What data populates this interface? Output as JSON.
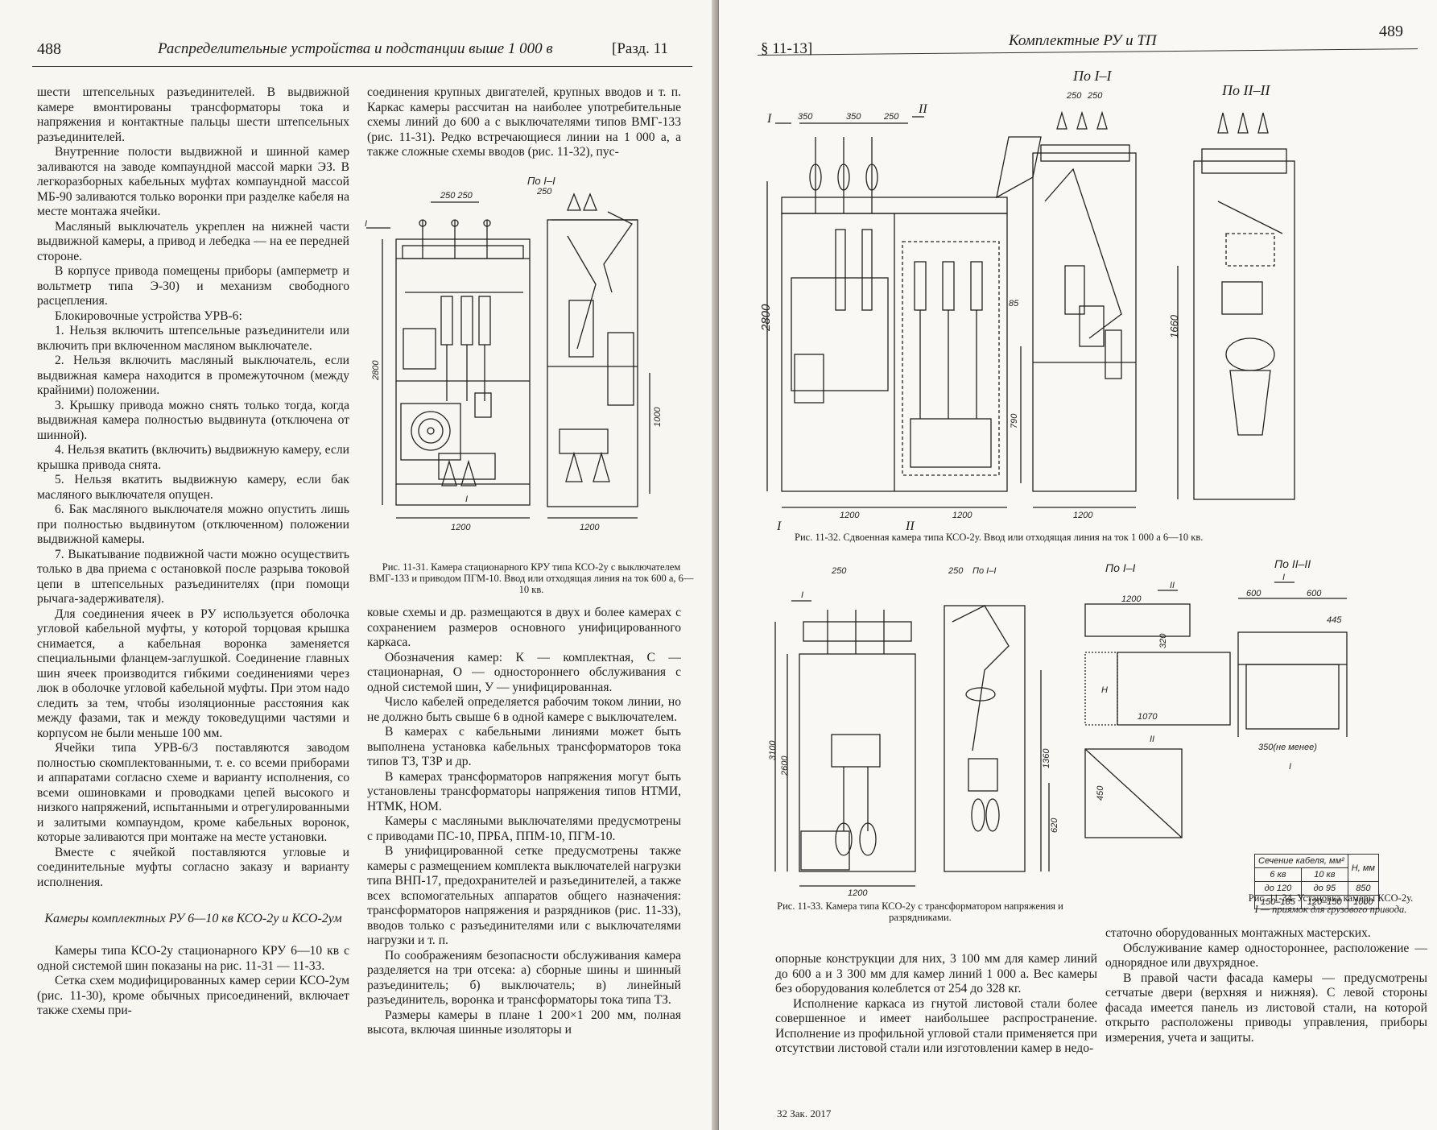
{
  "left": {
    "page_number": "488",
    "running_title": "Распределительные устройства и подстанции выше 1 000 в",
    "section_ref": "[Разд. 11",
    "col1": [
      {
        "text": "шести штепсельных разъединителей. В выдвижной камере вмонтированы трансформаторы тока и напряжения и контактные пальцы шести штепсельных разъединителей.",
        "indent": false
      },
      {
        "text": "Внутренние полости выдвижной и шинной камер заливаются на заводе компаундной массой марки ЭЗ. В легкоразборных кабельных муфтах компаундной массой МБ-90 заливаются только воронки при разделке кабеля на месте монтажа ячейки.",
        "indent": true
      },
      {
        "text": "Масляный выключатель укреплен на нижней части выдвижной камеры, а привод и лебедка — на ее передней стороне.",
        "indent": true
      },
      {
        "text": "В корпусе привода помещены приборы (амперметр и вольтметр типа Э-30) и механизм свободного расцепления.",
        "indent": true
      },
      {
        "text": "Блокировочные устройства УРВ-6:",
        "indent": true
      },
      {
        "text": "1. Нельзя включить штепсельные разъединители или включить при включенном масляном выключателе.",
        "indent": true
      },
      {
        "text": "2. Нельзя включить масляный выключатель, если выдвижная камера находится в промежуточном (между крайними) положении.",
        "indent": true
      },
      {
        "text": "3. Крышку привода можно снять только тогда, когда выдвижная камера полностью выдвинута (отключена от шинной).",
        "indent": true
      },
      {
        "text": "4. Нельзя вкатить (включить) выдвижную камеру, если крышка привода снята.",
        "indent": true
      },
      {
        "text": "5. Нельзя вкатить выдвижную камеру, если бак масляного выключателя опущен.",
        "indent": true
      },
      {
        "text": "6. Бак масляного выключателя можно опустить лишь при полностью выдвинутом (отключенном) положении выдвижной камеры.",
        "indent": true
      },
      {
        "text": "7. Выкатывание подвижной части можно осуществить только в два приема с остановкой после разрыва токовой цепи в штепсельных разъединителях (при помощи рычага-задерживателя).",
        "indent": true
      },
      {
        "text": "Для соединения ячеек в РУ используется оболочка угловой кабельной муфты, у которой торцовая крышка снимается, а кабельная воронка заменяется специальными фланцем-заглушкой. Соединение главных шин ячеек производится гибкими соединениями через люк в оболочке угловой кабельной муфты. При этом надо следить за тем, чтобы изоляционные расстояния как между фазами, так и между токоведущими частями и корпусом не были меньше 100 мм.",
        "indent": true
      },
      {
        "text": "Ячейки типа УРВ-6/3 поставляются заводом полностью скомплектованными, т. е. со всеми приборами и аппаратами согласно схеме и варианту исполнения, со всеми ошиновками и проводками цепей высокого и низкого напряжений, испытанными и отрегулированными и залитыми компаундом, кроме кабельных воронок, которые заливаются при монтаже на месте установки.",
        "indent": true
      },
      {
        "text": "Вместе с ячейкой поставляются угловые и соединительные муфты согласно заказу и варианту исполнения.",
        "indent": true
      }
    ],
    "col1_heading": "Камеры комплектных РУ 6—10 кв КСО-2у и КСО-2ум",
    "col1_after": [
      {
        "text": "Камеры типа КСО-2у стационарного КРУ 6—10 кв с одной системой шин показаны на рис. 11-31 — 11-33.",
        "indent": true
      },
      {
        "text": "Сетка схем модифицированных камер серии КСО-2ум (рис. 11-30), кроме обычных присоединений, включает также схемы при-",
        "indent": true
      }
    ],
    "col2_top": [
      {
        "text": "соединения крупных двигателей, крупных вводов и т. п. Каркас камеры рассчитан на наиболее употребительные схемы линий до 600 а с выключателями типов ВМГ-133 (рис. 11-31). Редко встречающиеся линии на 1 000 а, а также сложные схемы вводов (рис. 11-32), пус-",
        "indent": false
      }
    ],
    "fig31": {
      "section_label": "По I–I",
      "dims_top": "250 250",
      "dim_top_right": "250",
      "dim_height": "2800",
      "dim_side": "1000",
      "dim_bottom_left": "1200",
      "dim_bottom_right": "1200",
      "cut_mark": "I",
      "caption": "Рис. 11-31. Камера стационарного КРУ типа КСО-2у с выключателем ВМГ-133 и приводом ПГМ-10. Ввод или отходящая линия на ток 600 а, 6—10 кв."
    },
    "col2_bottom": [
      {
        "text": "ковые схемы и др. размещаются в двух и более камерах с сохранением размеров основного унифицированного каркаса.",
        "indent": false
      },
      {
        "text": "Обозначения камер: К — комплектная, С — стационарная, О — одностороннего обслуживания с одной системой шин, У — унифицированная.",
        "indent": true
      },
      {
        "text": "Число кабелей определяется рабочим током линии, но не должно быть свыше 6 в одной камере с выключателем.",
        "indent": true
      },
      {
        "text": "В камерах с кабельными линиями может быть выполнена установка кабельных трансформаторов тока типов ТЗ, ТЗР и др.",
        "indent": true
      },
      {
        "text": "В камерах трансформаторов напряжения могут быть установлены трансформаторы напряжения типов НТМИ, НТМК, НОМ.",
        "indent": true
      },
      {
        "text": "Камеры с масляными выключателями предусмотрены с приводами ПС-10, ПРБА, ППМ-10, ПГМ-10.",
        "indent": true
      },
      {
        "text": "В унифицированной сетке предусмотрены также камеры с размещением комплекта выключателей нагрузки типа ВНП-17, предохранителей и разъединителей, а также всех вспомогательных аппаратов общего назначения: трансформаторов напряжения и разрядников (рис. 11-33), вводов только с разъединителями или с выключателями нагрузки и т. п.",
        "indent": true
      },
      {
        "text": "По соображениям безопасности обслуживания камера разделяется на три отсека: а) сборные шины и шинный разъединитель; б) выключатель; в) линейный разъединитель, воронка и трансформаторы тока типа ТЗ.",
        "indent": true
      },
      {
        "text": "Размеры камеры в плане 1 200×1 200 мм, полная высота, включая шинные изоляторы и",
        "indent": true
      }
    ]
  },
  "right": {
    "section_ref": "§ 11-13]",
    "running_title": "Комплектные РУ и ТП",
    "page_number": "489",
    "fig32": {
      "section_label_1": "По I–I",
      "section_label_2": "По II–II",
      "dims_top": [
        "350",
        "350",
        "250"
      ],
      "dims_top_mid": [
        "250",
        "250"
      ],
      "mark_I": "I",
      "mark_II": "II",
      "dim_height_left": "2800",
      "dim_85": "85",
      "dim_790": "790",
      "dim_1660": "1660",
      "dim_bottom": [
        "1200",
        "1200",
        "1200"
      ],
      "caption": "Рис. 11-32. Сдвоенная камера типа КСО-2у. Ввод или отходящая линия на ток 1 000 а 6—10 кв."
    },
    "fig33": {
      "dim_top": "250",
      "section_label": "По I–I",
      "dim_top_right": "250",
      "dim_3100": "3100",
      "dim_2600": "2600",
      "dim_1360": "1360",
      "dim_620": "620",
      "dim_bottom": "1200",
      "mark_I": "I",
      "caption": "Рис. 11-33. Камера типа КСО-2у с трансформатором напряжения и разрядниками."
    },
    "fig34": {
      "section_label_1": "По I–I",
      "section_label_2": "По II–II",
      "mark_I": "I",
      "mark_II": "II",
      "dim_1200": "1200",
      "dim_600_l": "600",
      "dim_600_r": "600",
      "dim_445": "445",
      "dim_320": "320",
      "dim_H": "H",
      "dim_1070": "1070",
      "dim_350": "350(не менее)",
      "dim_450": "450",
      "table": {
        "head_section": "Сечение кабеля, мм²",
        "head_H": "Н, мм",
        "sub": [
          "6 кв",
          "10 кв"
        ],
        "rows": [
          [
            "до 120",
            "до 95",
            "850"
          ],
          [
            "150–185",
            "120–150",
            "1000"
          ]
        ]
      },
      "caption_1": "Рис. 11-34. Установка камеры КСО-2у.",
      "caption_2": "I — приямок для грузового привода."
    },
    "col_a": [
      {
        "text": "опорные конструкции для них, 3 100 мм для камер линий до 600 а и 3 300 мм для камер линий 1 000 а. Вес камеры без оборудования колеблется от 254 до 328 кг.",
        "indent": false
      },
      {
        "text": "Исполнение каркаса из гнутой листовой стали более совершенное и имеет наибольшее распространение. Исполнение из профильной угловой стали применяется при отсутствии листовой стали или изготовлении камер в недо-",
        "indent": true
      }
    ],
    "col_b": [
      {
        "text": "статочно оборудованных монтажных мастерских.",
        "indent": false
      },
      {
        "text": "Обслуживание камер одностороннее, расположение — однорядное или двухрядное.",
        "indent": true
      },
      {
        "text": "В правой части фасада камеры — предусмотрены сетчатые двери (верхняя и нижняя). С левой стороны фасада имеется панель из листовой стали, на которой открыто расположены приводы управления, приборы измерения, учета и защиты.",
        "indent": true
      }
    ],
    "footer": "32 Зак. 2017"
  }
}
